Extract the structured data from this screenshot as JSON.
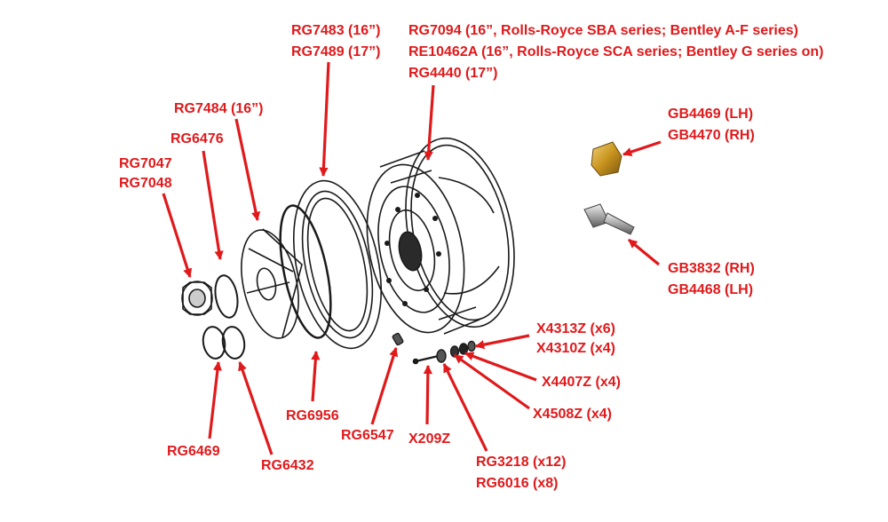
{
  "colors": {
    "label": "#e0191b",
    "arrow": "#e0191b",
    "ink": "#1a1a1a",
    "brass": "#c8941e",
    "steel": "#a8a8a8"
  },
  "labels": {
    "wheel_16_sba": "RG7094 (16”, Rolls-Royce SBA series; Bentley A-F series)",
    "wheel_16_sca": "RE10462A (16”, Rolls-Royce SCA series; Bentley G series on)",
    "wheel_17": "RG4440 (17”)",
    "trim_ring_16": "RG7483 (16”)",
    "trim_ring_17": "RG7489 (17”)",
    "hubcap_16": "RG7484 (16”)",
    "ring_6476": "RG6476",
    "hub_nut_a": "RG7047",
    "hub_nut_b": "RG7048",
    "seal_6956": "RG6956",
    "valve_6547": "RG6547",
    "ring_6469": "RG6469",
    "ring_6432": "RG6432",
    "adapter_lh": "GB4469 (LH)",
    "adapter_rh": "GB4470 (RH)",
    "stud_rh": "GB3832 (RH)",
    "stud_lh": "GB4468 (LH)",
    "x4313z": "X4313Z (x6)",
    "x4310z": "X4310Z (x4)",
    "x4407z": "X4407Z (x4)",
    "x4508z": "X4508Z (x4)",
    "x209z": "X209Z",
    "rg3218": "RG3218 (x12)",
    "rg6016": "RG6016 (x8)"
  }
}
